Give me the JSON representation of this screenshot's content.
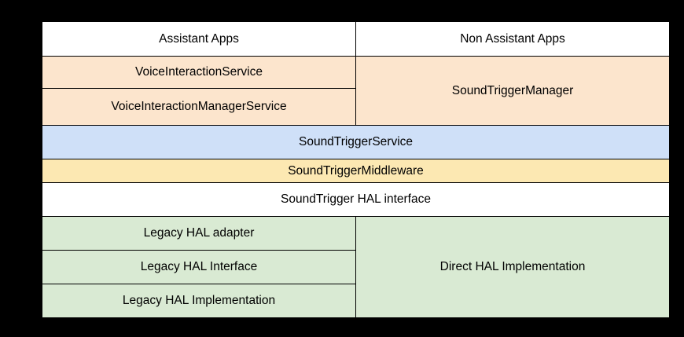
{
  "diagram": {
    "title": "SoundTrigger layered architecture",
    "background_color": "#000000",
    "border_color": "#000000",
    "columns": [
      {
        "id": "assistant",
        "header": "Assistant Apps"
      },
      {
        "id": "non-assistant",
        "header": "Non Assistant Apps"
      }
    ],
    "palette": {
      "white": "#ffffff",
      "peach": "#fce5cd",
      "blue": "#cfe0f8",
      "yellow": "#fce8b2",
      "green": "#d9ead3"
    },
    "rows": [
      {
        "id": "header-row",
        "cells": [
          {
            "label": "Assistant Apps",
            "fill": "#ffffff",
            "span": 1
          },
          {
            "label": "Non Assistant Apps",
            "fill": "#ffffff",
            "span": 1
          }
        ]
      },
      {
        "id": "voice-interaction-service-row",
        "cells": [
          {
            "label": "VoiceInteractionService",
            "fill": "#fce5cd",
            "span": 1
          },
          {
            "label": "SoundTriggerManager",
            "fill": "#fce5cd",
            "span": 1,
            "rowspan": 2
          }
        ]
      },
      {
        "id": "voice-interaction-manager-service-row",
        "cells": [
          {
            "label": "VoiceInteractionManagerService",
            "fill": "#fce5cd",
            "span": 1
          }
        ]
      },
      {
        "id": "sound-trigger-service-row",
        "cells": [
          {
            "label": "SoundTriggerService",
            "fill": "#cfe0f8",
            "span": 2
          }
        ]
      },
      {
        "id": "sound-trigger-middleware-row",
        "cells": [
          {
            "label": "SoundTriggerMiddleware",
            "fill": "#fce8b2",
            "span": 2
          }
        ]
      },
      {
        "id": "sound-trigger-hal-interface-row",
        "cells": [
          {
            "label": "SoundTrigger HAL interface",
            "fill": "#ffffff",
            "span": 2
          }
        ]
      },
      {
        "id": "legacy-hal-adapter-row",
        "cells": [
          {
            "label": "Legacy HAL adapter",
            "fill": "#d9ead3",
            "span": 1
          },
          {
            "label": "Direct HAL Implementation",
            "fill": "#d9ead3",
            "span": 1,
            "rowspan": 3
          }
        ]
      },
      {
        "id": "legacy-hal-interface-row",
        "cells": [
          {
            "label": "Legacy HAL Interface",
            "fill": "#d9ead3",
            "span": 1
          }
        ]
      },
      {
        "id": "legacy-hal-implementation-row",
        "cells": [
          {
            "label": "Legacy HAL Implementation",
            "fill": "#d9ead3",
            "span": 1
          }
        ]
      }
    ],
    "labels": {
      "assistant_apps": "Assistant Apps",
      "non_assistant_apps": "Non Assistant Apps",
      "voice_interaction_service": "VoiceInteractionService",
      "voice_interaction_manager_service": "VoiceInteractionManagerService",
      "sound_trigger_manager": "SoundTriggerManager",
      "sound_trigger_service": "SoundTriggerService",
      "sound_trigger_middleware": "SoundTriggerMiddleware",
      "sound_trigger_hal_interface": "SoundTrigger HAL interface",
      "legacy_hal_adapter": "Legacy HAL adapter",
      "legacy_hal_interface": "Legacy HAL Interface",
      "legacy_hal_implementation": "Legacy HAL Implementation",
      "direct_hal_implementation": "Direct HAL Implementation"
    }
  }
}
